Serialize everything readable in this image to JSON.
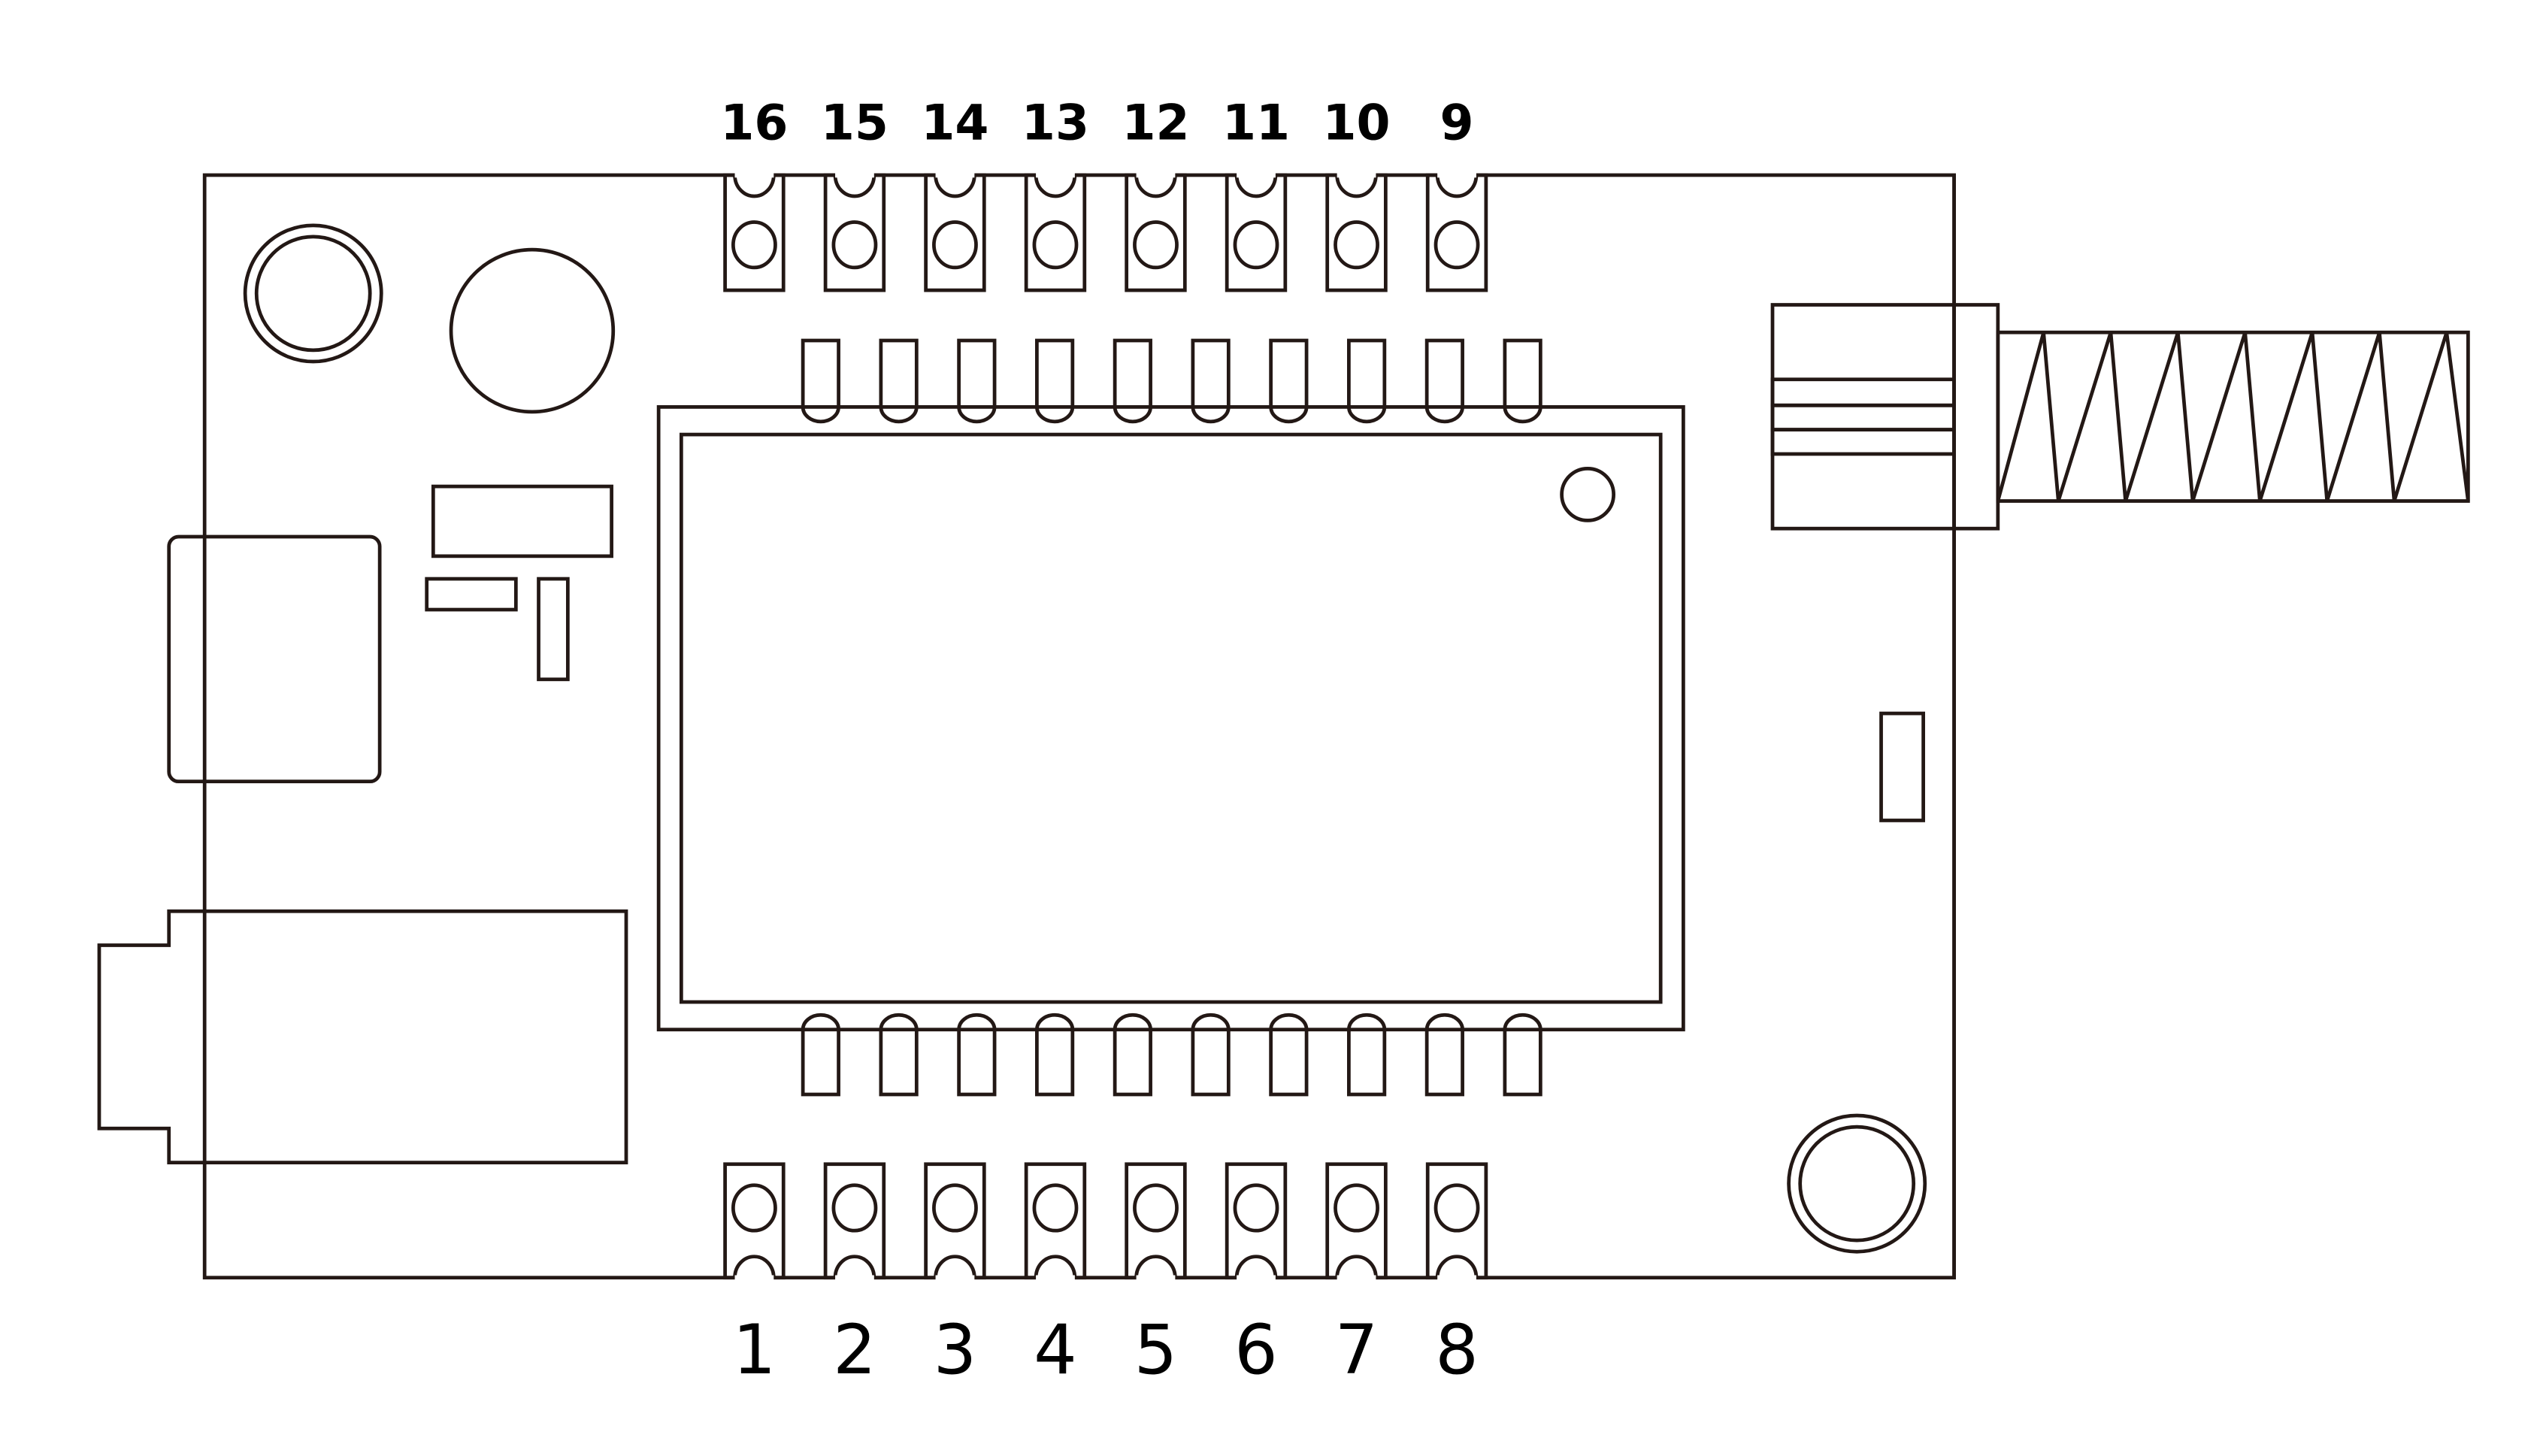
{
  "diagram": {
    "title": "Module pinout outline",
    "stroke_color": "#231815",
    "background": "#ffffff",
    "top_pins": [
      "16",
      "15",
      "14",
      "13",
      "12",
      "11",
      "10",
      "9"
    ],
    "bottom_pins": [
      "1",
      "2",
      "3",
      "4",
      "5",
      "6",
      "7",
      "8"
    ],
    "chip_top_pads": 10,
    "chip_bottom_pads": 10,
    "antenna_coil_turns": 7
  }
}
